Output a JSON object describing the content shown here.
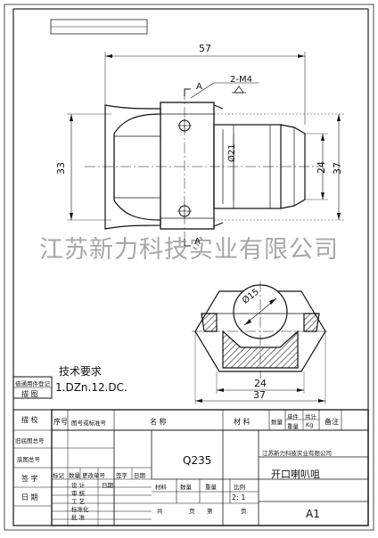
{
  "drawing": {
    "dims": {
      "length": "57",
      "thread": "2-M4",
      "section_a_top": "A",
      "section_a_bottom": "A",
      "dia_inner": "Ø21",
      "height_left": "33",
      "height_24": "24",
      "height_37": "37",
      "dia_15": "Ø15",
      "bottom_24": "24",
      "bottom_37": "37"
    }
  },
  "watermark": "江苏新力科技实业有限公司",
  "notes": {
    "title": "技术要求",
    "line1": "1.DZn.12.DC."
  },
  "side": {
    "used_for": "借通用件登记",
    "trace": "描 图",
    "proof": "描 校",
    "old_code": "旧底图总号",
    "base_code": "底图总号",
    "sign": "签 字",
    "date": "日 期"
  },
  "bom_header": {
    "seq": "序号",
    "code": "图号或标准号",
    "name": "名     称",
    "material": "材 料",
    "qty": "数量",
    "unit_weight": "单件",
    "total_weight": "共计",
    "weight": "重量",
    "kg": "Kg",
    "remarks": "备注"
  },
  "title_block": {
    "material_value": "Q235",
    "company": "江苏新力科技实业有限公司",
    "part_name": "开口喇叭咀",
    "drawing_no": "A1",
    "scale": "2: 1",
    "rev": {
      "mark": "标记",
      "count": "数量",
      "change": "更改单号",
      "signature": "签字",
      "date": "日期"
    },
    "roles": [
      "设 计",
      "审 核",
      "工 艺",
      "标准化",
      "批 准"
    ],
    "day": "日期",
    "materials_label": "材料",
    "quantity_label": "数量",
    "weight_label": "重量",
    "scale_label": "比例",
    "total": "共",
    "sheets": "页",
    "sheet_no": "第",
    "page": "页"
  }
}
